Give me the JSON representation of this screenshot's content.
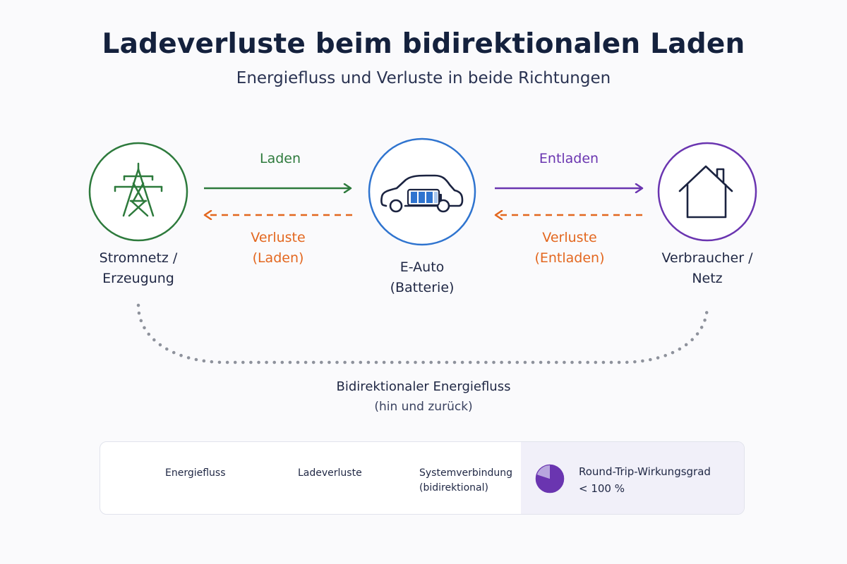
{
  "title": "Ladeverluste beim bidirektionalen Laden",
  "subtitle": "Energiefluss und Verluste in beide Richtungen",
  "nodes": {
    "grid": {
      "line1": "Stromnetz /",
      "line2": "Erzeugung",
      "icon": "power-pylon-icon",
      "color": "#2d7a3c"
    },
    "car": {
      "line1": "E-Auto",
      "line2": "(Batterie)",
      "icon": "electric-car-battery-icon",
      "color": "#2f74cf"
    },
    "consumer": {
      "line1": "Verbraucher /",
      "line2": "Netz",
      "icon": "house-icon",
      "color": "#6a35b0"
    }
  },
  "flows": {
    "charge_label": "Laden",
    "discharge_label": "Entladen",
    "loss_charge_line1": "Verluste",
    "loss_charge_line2": "(Laden)",
    "loss_discharge_line1": "Verluste",
    "loss_discharge_line2": "(Entladen)"
  },
  "loop": {
    "line1": "Bidirektionaler Energiefluss",
    "line2": "(hin und zurück)"
  },
  "legend": {
    "energy": "Energiefluss",
    "losses": "Ladeverluste",
    "system_line1": "Systemverbindung",
    "system_line2": "(bidirektional)",
    "efficiency_line1": "Round-Trip-Wirkungsgrad",
    "efficiency_line2": "< 100 %"
  },
  "colors": {
    "green": "#2d7a3c",
    "blue": "#2f74cf",
    "purple": "#6a35b0",
    "orange": "#e3671f",
    "navy": "#1b2340",
    "gray": "#8e929c"
  }
}
